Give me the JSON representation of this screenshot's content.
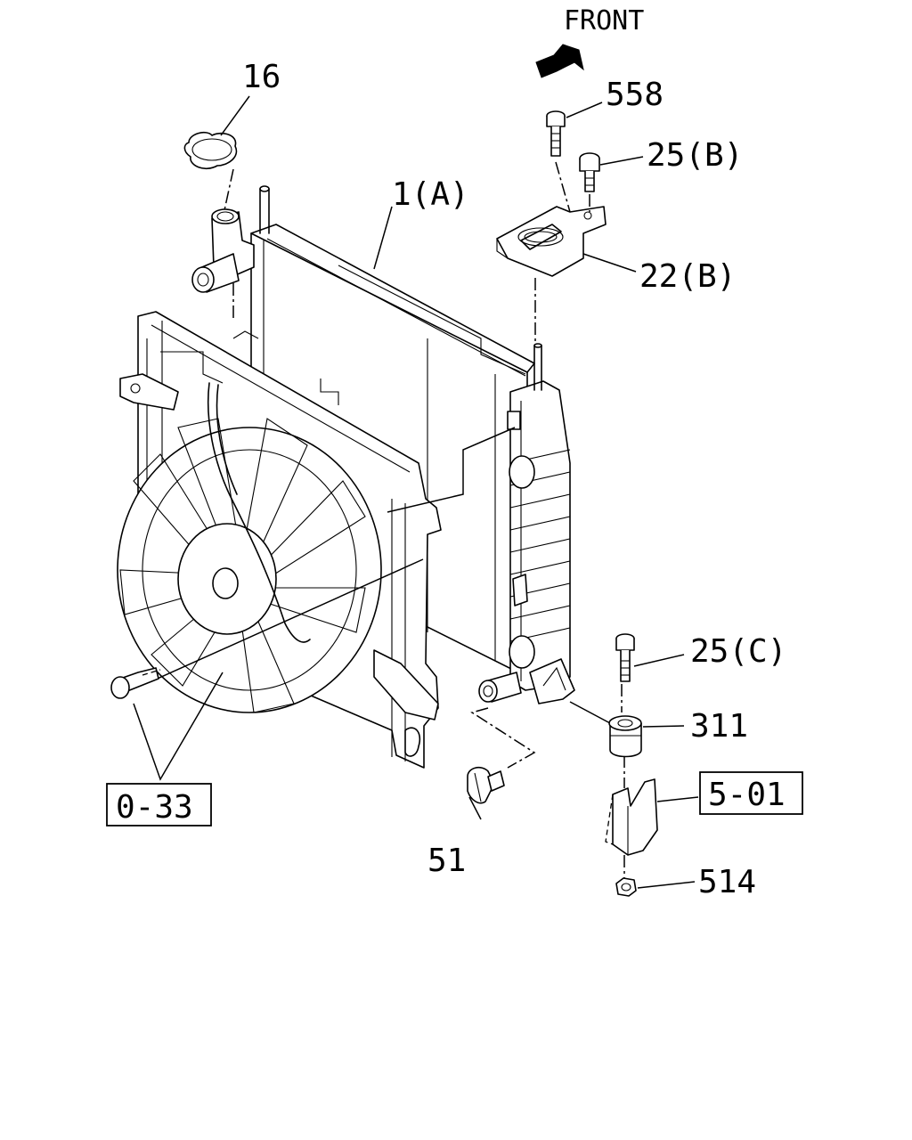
{
  "orientation": {
    "label": "FRONT"
  },
  "callouts": {
    "cap": "16",
    "radiator": "1(A)",
    "top_bolt": "558",
    "bracket_bolt": "25(B)",
    "bracket": "22(B)",
    "lower_bolt": "25(C)",
    "mount_rubber": "311",
    "drain_plug": "51",
    "nut": "514"
  },
  "reference_boxes": {
    "fan_shroud_ref": "0-33",
    "support_ref": "5-01"
  }
}
